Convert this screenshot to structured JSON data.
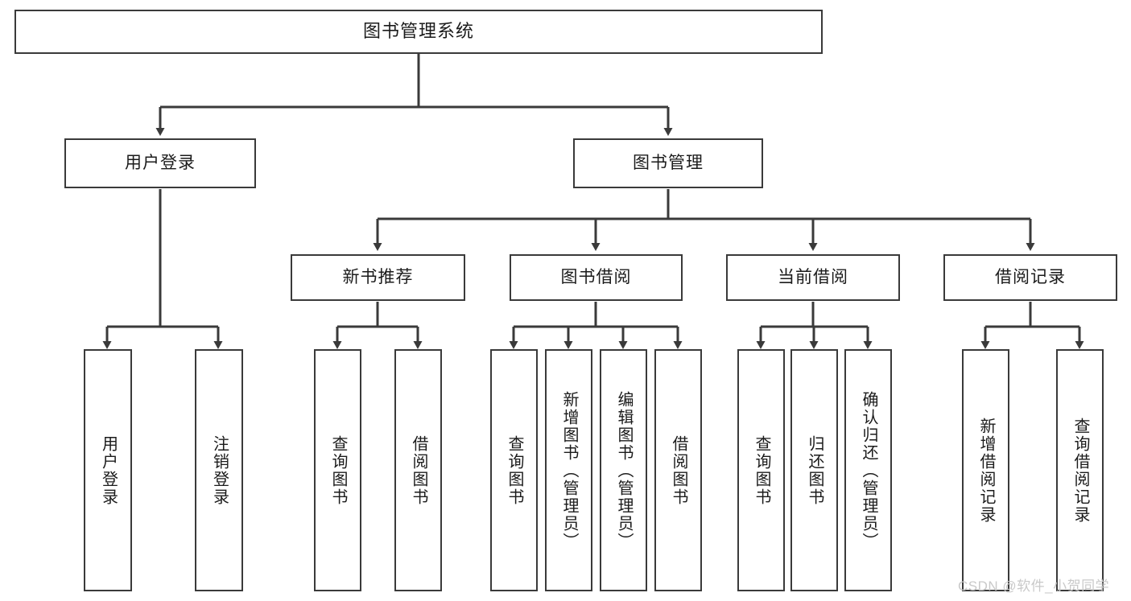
{
  "diagram": {
    "title": "图书管理系统",
    "type": "hierarchy-tree",
    "background": "#ffffff",
    "border_color": "#3a3a3a",
    "text_color": "#1b1b1b"
  },
  "nodes": {
    "root": {
      "label": "图书管理系统"
    },
    "level2": [
      {
        "label": "用户登录"
      },
      {
        "label": "图书管理"
      }
    ],
    "level3": [
      {
        "label": "新书推荐"
      },
      {
        "label": "图书借阅"
      },
      {
        "label": "当前借阅"
      },
      {
        "label": "借阅记录"
      }
    ],
    "leaves_user_login": [
      {
        "label": "用户登录"
      },
      {
        "label": "注销登录"
      }
    ],
    "leaves_new_book": [
      {
        "label": "查询图书"
      },
      {
        "label": "借阅图书"
      }
    ],
    "leaves_borrow": [
      {
        "label": "查询图书"
      },
      {
        "label": "新增图书（管理员）"
      },
      {
        "label": "编辑图书（管理员）"
      },
      {
        "label": "借阅图书"
      }
    ],
    "leaves_current": [
      {
        "label": "查询图书"
      },
      {
        "label": "归还图书"
      },
      {
        "label": "确认归还（管理员）"
      }
    ],
    "leaves_record": [
      {
        "label": "新增借阅记录"
      },
      {
        "label": "查询借阅记录"
      }
    ]
  },
  "watermark": {
    "text": "CSDN @软件_小贺同学"
  }
}
